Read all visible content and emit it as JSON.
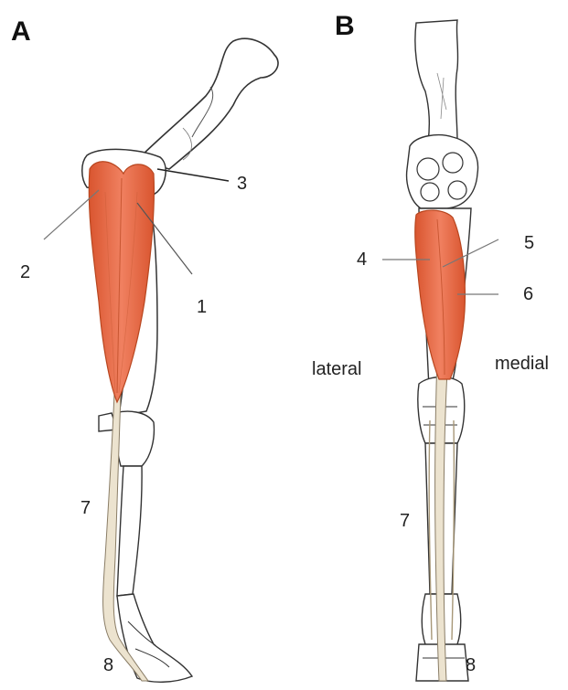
{
  "panels": [
    {
      "letter": "A"
    },
    {
      "letter": "B"
    }
  ],
  "labels": {
    "l1": "1",
    "l2": "2",
    "l3": "3",
    "l4": "4",
    "l5": "5",
    "l6": "6",
    "l7a": "7",
    "l8a": "8",
    "l7b": "7",
    "l8b": "8"
  },
  "orientation": {
    "lateral": "lateral",
    "medial": "medial"
  },
  "colors": {
    "muscle": "#e8704a",
    "muscle_stroke": "#c4502e",
    "bone_stroke": "#333333",
    "tendon": "#e8dcc4",
    "leader": "#555555"
  }
}
